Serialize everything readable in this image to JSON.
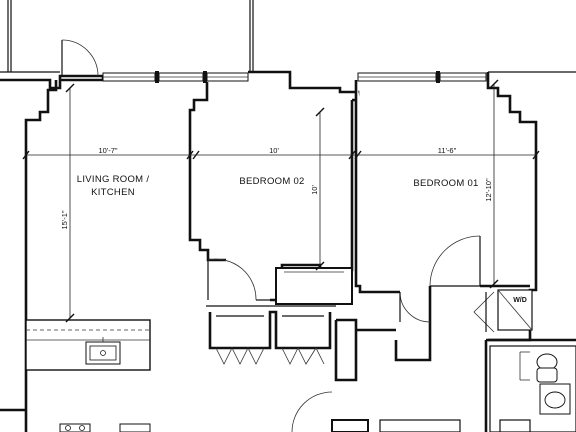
{
  "rooms": {
    "living_line1": "LIVING ROOM /",
    "living_line2": "KITCHEN",
    "bedroom02": "BEDROOM 02",
    "bedroom01": "BEDROOM 01"
  },
  "dimensions": {
    "living_width": "10'-7\"",
    "living_length": "15'-1\"",
    "bed02_width": "10'",
    "bed02_length": "10'",
    "bed01_width": "11'-6\"",
    "bed01_length": "12'-10\""
  },
  "fixtures": {
    "washer_dryer": "W/D"
  }
}
